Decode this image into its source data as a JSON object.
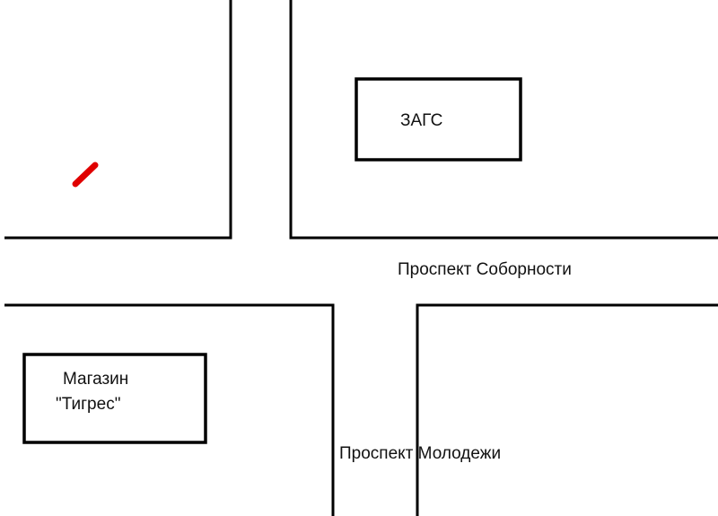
{
  "buildings": {
    "zags": {
      "label": "ЗАГС"
    },
    "store": {
      "line1": "Магазин",
      "line2": "\"Тигрес\""
    }
  },
  "streets": {
    "horizontal": "Проспект Соборности",
    "vertical": "Проспект Молодежи"
  },
  "marker": {
    "icon": "location-marker-icon",
    "color": "#e00000"
  }
}
